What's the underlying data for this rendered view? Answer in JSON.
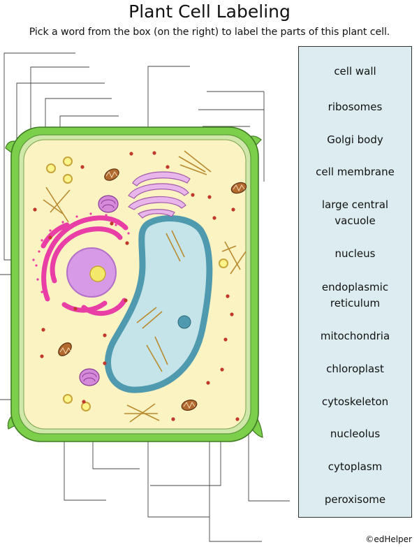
{
  "title": "Plant Cell Labeling",
  "instructions": "Pick a word from the box (on the right) to label the parts of this plant cell.",
  "word_bank": [
    "cell wall",
    "ribosomes",
    "Golgi body",
    "cell membrane",
    "large central vacuole",
    "nucleus",
    "endoplasmic reticulum",
    "mitochondria",
    "chloroplast",
    "cytoskeleton",
    "nucleolus",
    "cytoplasm",
    "peroxisome"
  ],
  "word_lines": {
    "large_central_vacuole": [
      "large central",
      "vacuole"
    ],
    "endoplasmic_reticulum": [
      "endoplasmic",
      "reticulum"
    ]
  },
  "footer": "©edHelper",
  "colors": {
    "cell_wall": "#7ccf4a",
    "membrane": "#cfe7a8",
    "cytoplasm": "#fbf3c2",
    "vacuole_fill": "#c5e4ea",
    "vacuole_border": "#4f9aae",
    "nucleus": "#d79ae6",
    "nucleolus": "#f3e86a",
    "er": "#e83ea6",
    "golgi": "#e9b6ec",
    "mitochondria": "#b26a2e",
    "ribosome": "#c0392b",
    "word_box": "#dcecf0"
  }
}
